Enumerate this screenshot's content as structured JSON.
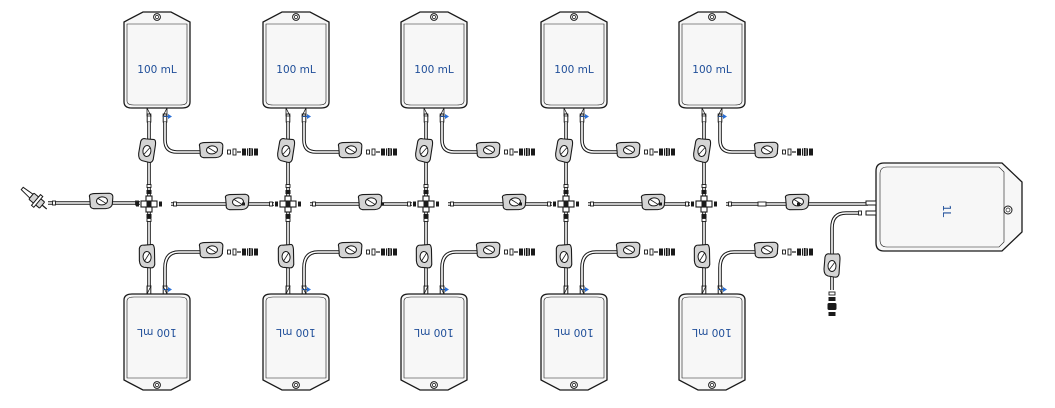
{
  "diagram": {
    "top_bags": [
      {
        "volume_label": "100 mL"
      },
      {
        "volume_label": "100 mL"
      },
      {
        "volume_label": "100 mL"
      },
      {
        "volume_label": "100 mL"
      },
      {
        "volume_label": "100 mL"
      }
    ],
    "bottom_bags": [
      {
        "volume_label": "100 mL"
      },
      {
        "volume_label": "100 mL"
      },
      {
        "volume_label": "100 mL"
      },
      {
        "volume_label": "100 mL"
      },
      {
        "volume_label": "100 mL"
      }
    ],
    "large_bag": {
      "volume_label": "1L"
    },
    "colors": {
      "line": "#1a1a1a",
      "bag_fill": "#f7f7f7",
      "bag_highlight": "#ffffff",
      "clamp_fill": "#d4d4d4",
      "label": "#1f4e99",
      "accent": "#2a6fd6"
    }
  }
}
